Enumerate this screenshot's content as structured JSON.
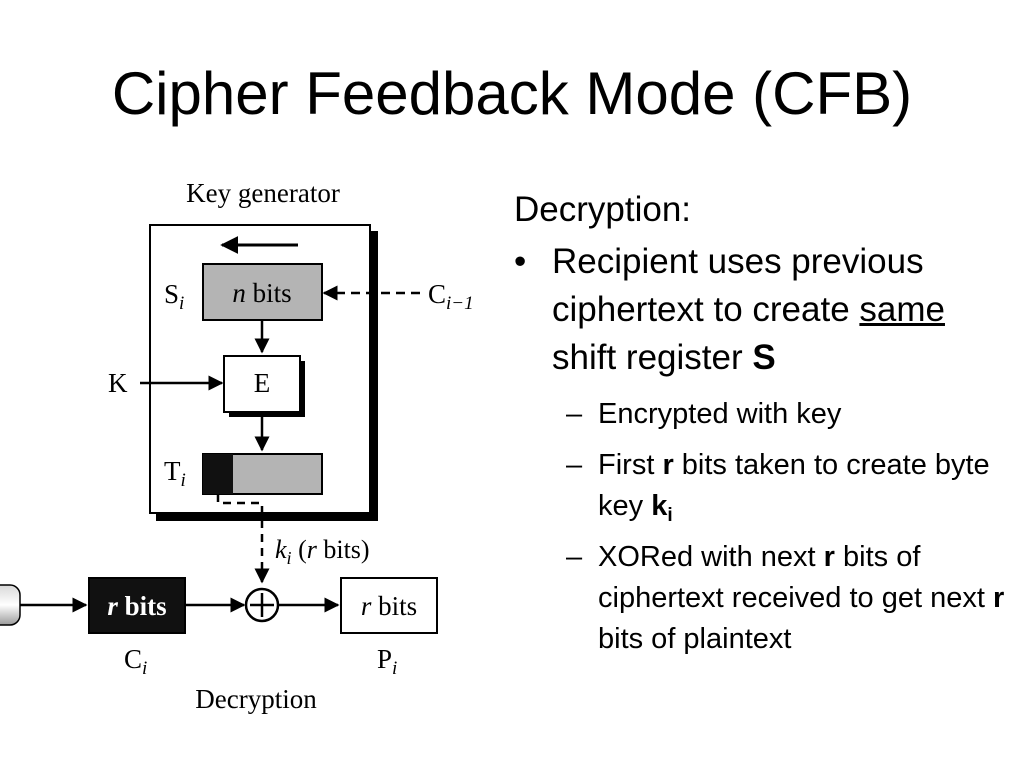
{
  "slide": {
    "title": "Cipher Feedback Mode (CFB)"
  },
  "diagram": {
    "key_generator_label": "Key generator",
    "s_label": "S",
    "s_sub": "i",
    "register_label_italic": "n",
    "register_label_rest": " bits",
    "c_prev_label": "C",
    "c_prev_sub": "i−1",
    "k_label": "K",
    "e_label": "E",
    "t_label": "T",
    "t_sub": "i",
    "ki_label_k": "k",
    "ki_label_sub": "i",
    "ki_label_rest_1": " (",
    "ki_label_r": "r",
    "ki_label_rest_2": " bits)",
    "cipher_box_r": "r",
    "cipher_box_rest": " bits",
    "plain_box_r": "r",
    "plain_box_rest": " bits",
    "ci_label": "C",
    "ci_sub": "i",
    "pi_label": "P",
    "pi_sub": "i",
    "caption": "Decryption",
    "xor_symbol": "+"
  },
  "text": {
    "heading": "Decryption:",
    "bullet_dot": "•",
    "dash": "–",
    "b1_part1": "Recipient uses previous ciphertext to create ",
    "b1_underlined": "same",
    "b1_part2": " shift register ",
    "b1_bold": "S",
    "s1": "Encrypted with key",
    "s2_part1": "First ",
    "s2_bold_r": "r",
    "s2_part2": " bits taken to create byte key ",
    "s2_bold_k": "k",
    "s2_sub": "i",
    "s3_part1": "XORed with next ",
    "s3_bold_r1": "r",
    "s3_part2": " bits of ciphertext received to get next ",
    "s3_bold_r2": "r",
    "s3_part3": " bits of plaintext"
  }
}
